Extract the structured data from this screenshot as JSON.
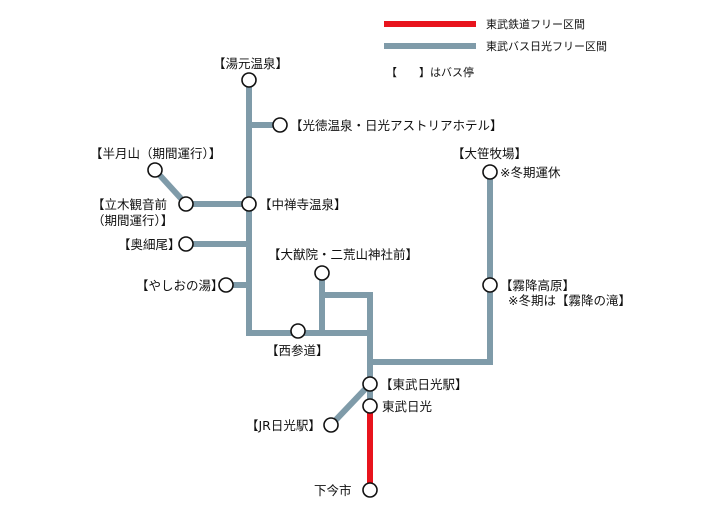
{
  "legend": {
    "rail_label": "東武鉄道フリー区間",
    "bus_label": "東武バス日光フリー区間",
    "bus_stop_label": "【　　】はバス停",
    "rail_color": "#e8141d",
    "bus_color": "#7f9ba9"
  },
  "stops": {
    "yumoto": "【湯元温泉】",
    "kotoku": "【光徳温泉・日光アストリアホテル】",
    "hangetsu": "【半月山（期間運行）】",
    "tachiki_1": "【立木観音前",
    "tachiki_2": "（期間運行）】",
    "chuzenji": "【中禅寺温泉】",
    "okuhosoo": "【奥細尾】",
    "yashio": "【やしおの湯】",
    "taiyuin": "【大猷院・二荒山神社前】",
    "nishisando": "【西参道】",
    "odasasa": "【大笹牧場】",
    "odasasa_note": "※冬期運休",
    "kirifuri": "【霧降高原】",
    "kirifuri_note": "※冬期は【霧降の滝】",
    "tobu_nikko_station": "【東武日光駅】",
    "tobu_nikko": "東武日光",
    "jr_nikko": "【JR日光駅】",
    "shimoimaichi": "下今市"
  }
}
